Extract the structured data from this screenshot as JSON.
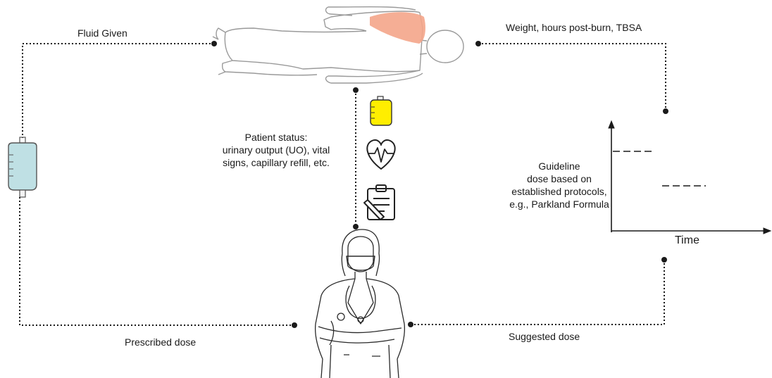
{
  "labels": {
    "fluid_given": "Fluid Given",
    "inputs": "Weight, hours post-burn, TBSA",
    "patient_status": [
      "Patient status:",
      "urinary output (UO), vital",
      "signs, capillary refill, etc."
    ],
    "guideline": [
      "Guideline",
      "dose based on",
      "established protocols,",
      "e.g., Parkland Formula"
    ],
    "time_axis": "Time",
    "prescribed_dose": "Prescribed dose",
    "suggested_dose": "Suggested dose"
  },
  "icons": {
    "patient": "lying-patient-icon",
    "burn_area": "burn-area-highlight",
    "iv_bag": "iv-fluid-bag-icon",
    "urine_bag": "urine-bag-icon",
    "heart": "heart-rate-icon",
    "clipboard": "clipboard-icon",
    "clinician": "clinician-icon"
  },
  "colors": {
    "burn": "#f4a58a",
    "iv_fluid": "#bfe0e4",
    "urine": "#ffee00",
    "line": "#1a1a1a"
  }
}
